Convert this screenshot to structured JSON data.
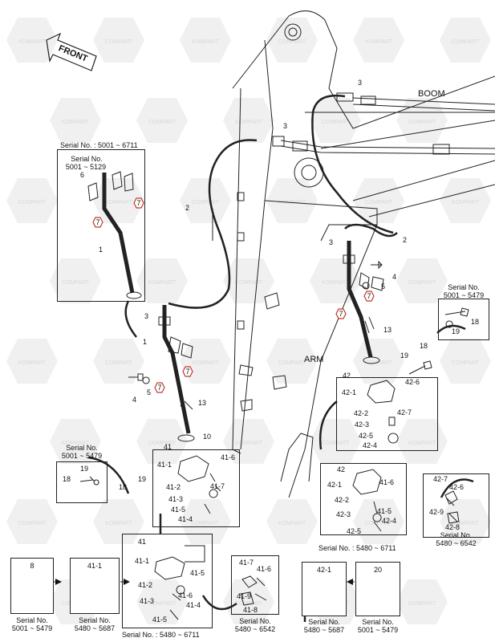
{
  "watermark": {
    "text": "KOMPART COMPART"
  },
  "front_label": "FRONT",
  "boom_label": "BOOM",
  "arm_label": "ARM",
  "callouts": {
    "n1": "1",
    "n2": "2",
    "n3": "3",
    "n4": "4",
    "n5": "5",
    "n6": "6",
    "n7": "7",
    "n8": "8",
    "n10": "10",
    "n13": "13",
    "n18": "18",
    "n19": "19",
    "n20": "20",
    "n41": "41",
    "n42": "42",
    "n41_1": "41-1",
    "n41_2": "41-2",
    "n41_3": "41-3",
    "n41_4": "41-4",
    "n41_5": "41-5",
    "n41_6": "41-6",
    "n41_7": "41-7",
    "n41_8": "41-8",
    "n41_9": "41-9",
    "n42_1": "42-1",
    "n42_2": "42-2",
    "n42_3": "42-3",
    "n42_4": "42-4",
    "n42_5": "42-5",
    "n42_6": "42-6",
    "n42_7": "42-7",
    "n42_8": "42-8",
    "n42_9": "42-9"
  },
  "serials": {
    "s5001_6711": "Serial No. : 5001 ~ 6711",
    "serial_no": "Serial No.",
    "s5001_5129": "5001 ~ 5129",
    "s5001_5479": "5001 ~ 5479",
    "s5480_6542": "5480 ~ 6542",
    "s5480_6711": "Serial No. : 5480 ~ 6711",
    "s5480_5687": "5480 ~ 5687"
  }
}
